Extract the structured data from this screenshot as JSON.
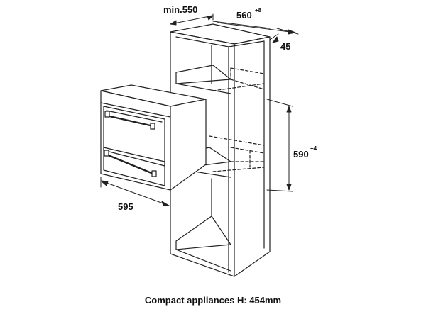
{
  "dimensions": {
    "min_width_label": "min.550",
    "depth_label": "560",
    "depth_tolerance": "+8",
    "offset_label": "45",
    "niche_height_label": "590",
    "niche_height_tolerance": "+4",
    "appliance_width_label": "595"
  },
  "caption": "Compact appliances H: 454mm",
  "colors": {
    "line": "#222222"
  }
}
